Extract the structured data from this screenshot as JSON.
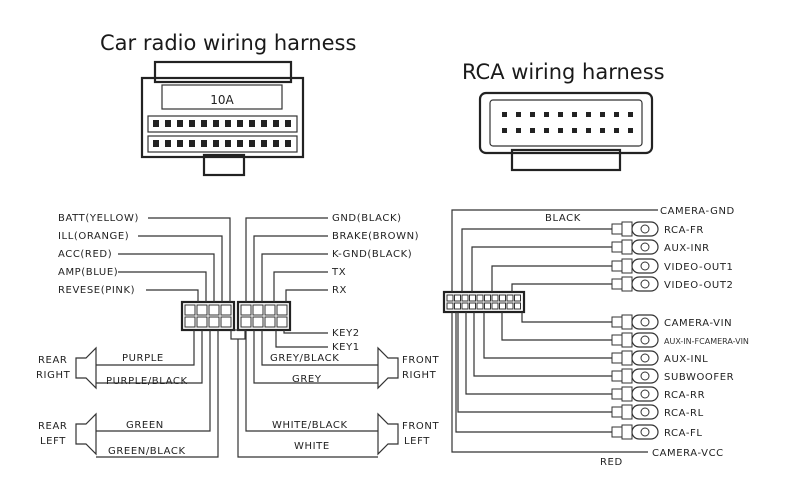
{
  "titles": {
    "car_radio": "Car radio wiring harness",
    "rca": "RCA wiring harness"
  },
  "connector_label": "10A",
  "left_wires": [
    "BATT(YELLOW)",
    "ILL(ORANGE)",
    "ACC(RED)",
    "AMP(BLUE)",
    "REVESE(PINK)"
  ],
  "right_wires": [
    "GND(BLACK)",
    "BRAKE(BROWN)",
    "K-GND(BLACK)",
    "TX",
    "RX"
  ],
  "keys": [
    "KEY2",
    "KEY1"
  ],
  "speakers": {
    "rear_right": [
      "REAR",
      "RIGHT"
    ],
    "rear_left": [
      "REAR",
      "LEFT"
    ],
    "front_right": [
      "FRONT",
      "RIGHT"
    ],
    "front_left": [
      "FRONT",
      "LEFT"
    ]
  },
  "speaker_wires": {
    "purple": "PURPLE",
    "purple_black": "PURPLE/BLACK",
    "green": "GREEN",
    "green_black": "GREEN/BLACK",
    "grey_black": "GREY/BLACK",
    "grey": "GREY",
    "white_black": "WHITE/BLACK",
    "white": "WHITE"
  },
  "rca_wires": {
    "black": "BLACK",
    "red": "RED",
    "camera_gnd": "CAMERA-GND",
    "camera_vcc": "CAMERA-VCC"
  },
  "rca_outputs": [
    "RCA-FR",
    "AUX-INR",
    "VIDEO-OUT1",
    "VIDEO-OUT2",
    "CAMERA-VIN",
    "AUX-IN-FCAMERA-VIN",
    "AUX-INL",
    "SUBWOOFER",
    "RCA-RR",
    "RCA-RL",
    "RCA-FL"
  ]
}
